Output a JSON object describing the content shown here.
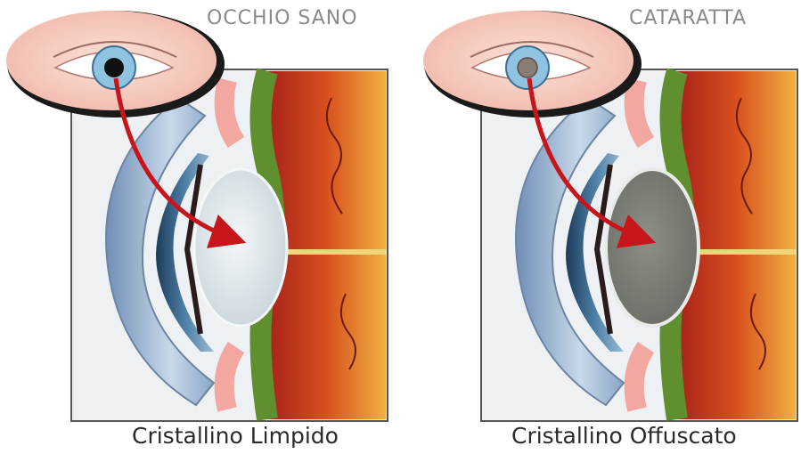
{
  "panels": [
    {
      "id": "healthy",
      "title": "OCCHIO SANO",
      "caption": "Cristallino Limpido",
      "lens_state": "clear",
      "lens_color": "#dde6ea"
    },
    {
      "id": "cataract",
      "title": "CATARATTA",
      "caption": "Cristallino Offuscato",
      "lens_state": "clouded",
      "lens_color": "#7c7f76"
    }
  ],
  "colors": {
    "arrow": "#c8151b",
    "iris": "#8fc3e0",
    "skin": "#f7cfc4",
    "retina_dark": "#b3261a",
    "retina_light": "#e59a2d",
    "choroid_green": "#5f8f2e",
    "cornea": "#a8bfd8"
  }
}
